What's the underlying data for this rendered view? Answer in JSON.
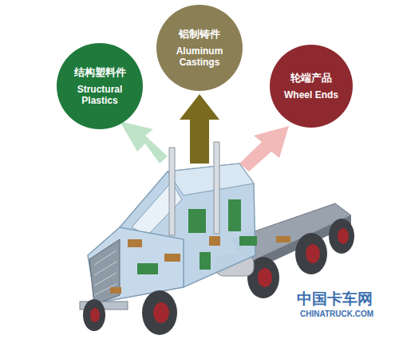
{
  "diagram": {
    "nodes": [
      {
        "text": [
          "结构塑料件",
          "Structural Plastics"
        ]
      },
      {
        "text": [
          "铝制铸件",
          "Aluminum Castings"
        ]
      },
      {
        "text": [
          "轮端产品",
          "Wheel Ends"
        ]
      }
    ],
    "labels": [
      "中国卡车网",
      "CHINATRUCK.COM"
    ]
  }
}
